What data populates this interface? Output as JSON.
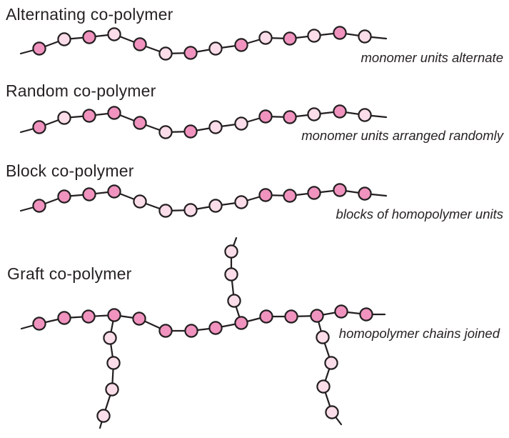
{
  "colors": {
    "monomer_a": "#F193BF",
    "monomer_b": "#FADDE9",
    "outline": "#231F20",
    "text": "#272324"
  },
  "sections": [
    {
      "id": "alternating",
      "title": "Alternating co-polymer",
      "caption": "monomer units alternate",
      "sequence": [
        "A",
        "B",
        "A",
        "B",
        "A",
        "B",
        "A",
        "B",
        "A",
        "B",
        "A",
        "B",
        "A",
        "B"
      ]
    },
    {
      "id": "random",
      "title": "Random co-polymer",
      "caption": "monomer units arranged randomly",
      "sequence": [
        "A",
        "B",
        "A",
        "A",
        "A",
        "B",
        "A",
        "B",
        "B",
        "A",
        "A",
        "B",
        "A",
        "B"
      ]
    },
    {
      "id": "block",
      "title": "Block co-polymer",
      "caption": "blocks of homopolymer units",
      "sequence": [
        "A",
        "A",
        "A",
        "A",
        "B",
        "B",
        "B",
        "B",
        "B",
        "A",
        "A",
        "A",
        "A",
        "A"
      ]
    },
    {
      "id": "graft",
      "title": "Graft co-polymer",
      "caption": "homopolymer chains joined",
      "backbone": [
        "A",
        "A",
        "A",
        "A",
        "A",
        "A",
        "A",
        "A",
        "A",
        "A",
        "A",
        "A",
        "A",
        "A"
      ],
      "branches": [
        {
          "attach_index": 3,
          "direction": "down",
          "units": [
            "B",
            "B",
            "B",
            "B"
          ]
        },
        {
          "attach_index": 8,
          "direction": "up",
          "units": [
            "B",
            "B",
            "B"
          ]
        },
        {
          "attach_index": 11,
          "direction": "down",
          "units": [
            "B",
            "B",
            "B",
            "B"
          ]
        }
      ]
    }
  ]
}
